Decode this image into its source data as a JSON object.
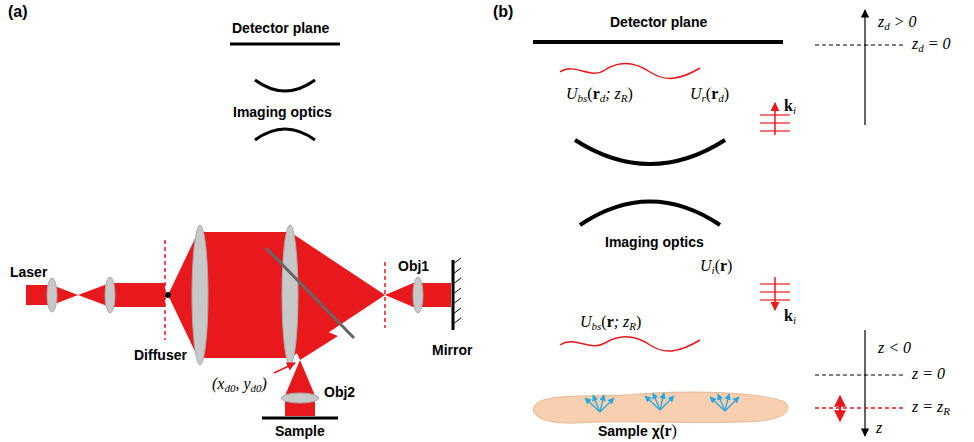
{
  "diagram": {
    "labels": [
      "(a)",
      "Detector plane",
      "Imaging optics",
      "Laser",
      "Diffuser",
      "Obj1",
      "Mirror",
      "(x",
      "d0",
      ", y",
      "d0",
      ")",
      "Obj2",
      "Sample",
      "(b)",
      "Detector plane",
      "U",
      "bs",
      "(",
      "r",
      "d",
      "; z",
      "R",
      ")",
      "U",
      "r",
      "(",
      "r",
      "d",
      ")",
      "k",
      "i",
      "Imaging optics",
      "U",
      "i",
      "(",
      "r",
      ")",
      "k",
      "i",
      "U",
      "bs",
      "(",
      "r",
      "; z",
      "R",
      ")",
      "z",
      "d",
      "> 0",
      "z",
      "d",
      "= 0",
      "z < 0",
      "z = 0",
      "z = z",
      "R",
      "z",
      "Sample χ(",
      "r",
      ")"
    ]
  }
}
